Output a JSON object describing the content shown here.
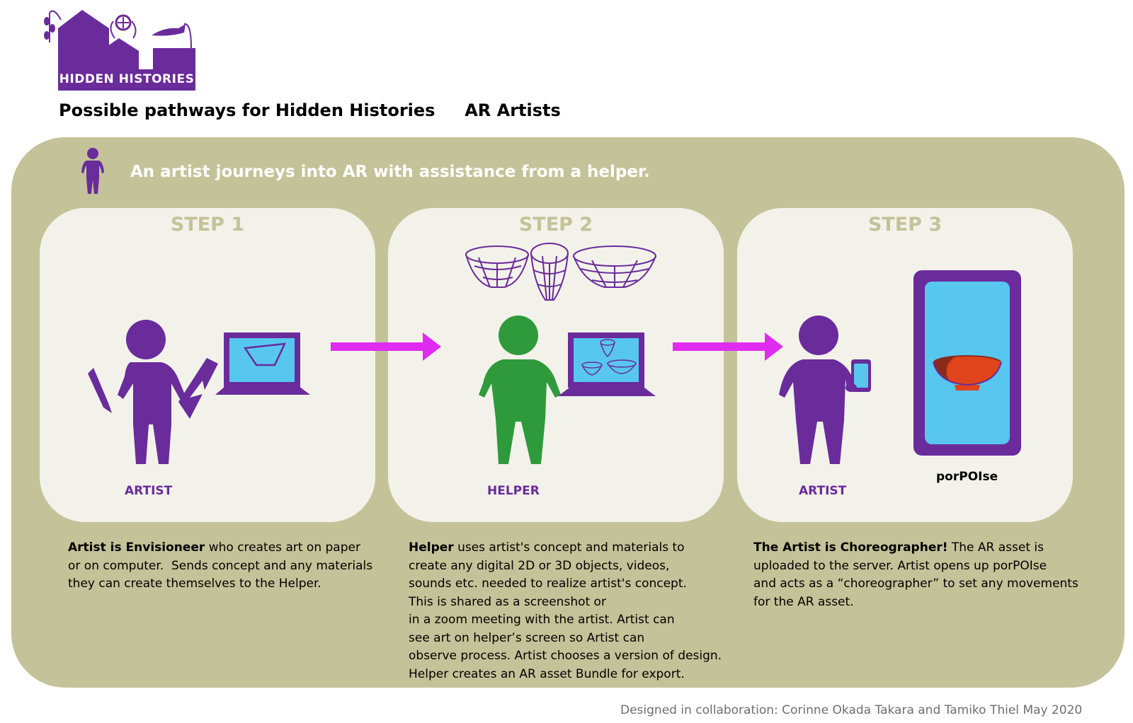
{
  "logo": {
    "text": "HIDDEN HISTORIES"
  },
  "title": "Possible pathways for Hidden Histories     AR Artists",
  "journey": {
    "text": "An artist journeys into AR with assistance from a helper."
  },
  "steps": [
    {
      "title": "STEP 1",
      "role": "ARTIST"
    },
    {
      "title": "STEP 2",
      "role": "HELPER"
    },
    {
      "title": "STEP 3",
      "role": "ARTIST",
      "app": "porPOIse"
    }
  ],
  "descriptions": [
    {
      "bold": "Artist is Envisioneer",
      "lines": [
        " who creates art on paper",
        "or on computer.  Sends concept and any materials",
        "they can create themselves to the Helper."
      ]
    },
    {
      "bold": "Helper",
      "lines": [
        " uses artist's concept and materials to",
        "create any digital 2D or 3D objects, videos,",
        "sounds etc. needed to realize artist's concept.",
        "This is shared as a screenshot or",
        "in a zoom meeting with the artist. Artist can",
        "see art on helper’s screen so Artist can",
        "observe process. Artist chooses a version of design.",
        "Helper creates an AR asset Bundle for export."
      ]
    },
    {
      "bold": "The Artist is Choreographer!",
      "lines": [
        " The AR asset is",
        "uploaded to the server. Artist opens up porPOIse",
        "and acts as a “choreographer” to set any movements",
        "for the AR asset."
      ]
    }
  ],
  "credit": "Designed in collaboration: Corinne Okada Takara and Tamiko Thiel May 2020",
  "colors": {
    "purple": "#6a2b9b",
    "green": "#2e9a3b",
    "olive": "#c4c298",
    "card": "#f3f2ea",
    "arrow": "#e02bf0",
    "screen": "#57c7f0",
    "bowl": "#e0441c"
  }
}
